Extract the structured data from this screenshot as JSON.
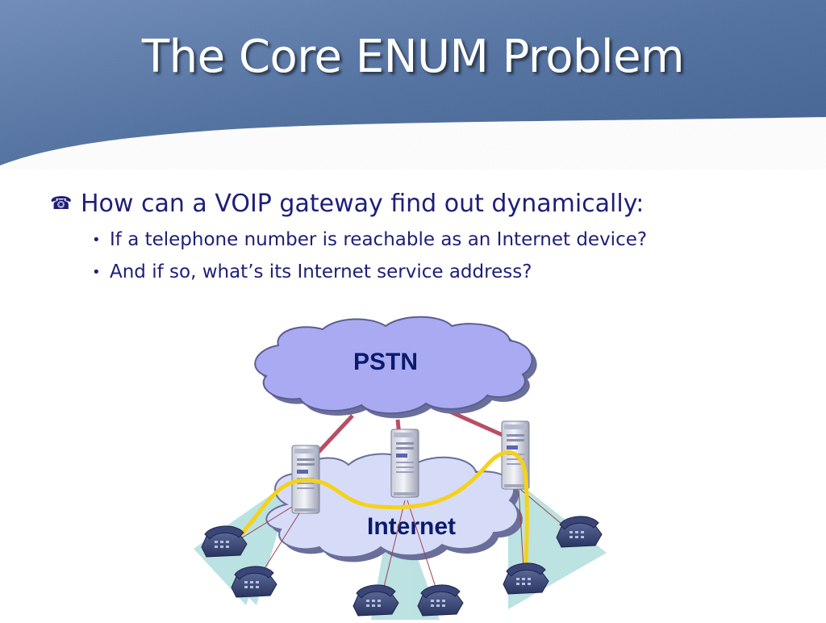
{
  "slide": {
    "title": "The Core ENUM Problem"
  },
  "bullets": {
    "main_icon": "telephone-icon",
    "main": "How can a VOIP gateway find out dynamically:",
    "subs": [
      "If a telephone number is reachable as an Internet device?",
      "And if so, what’s its Internet service address?"
    ]
  },
  "diagram": {
    "pstn_label": "PSTN",
    "internet_label": "Internet",
    "colors": {
      "pstn_cloud": "#aaaaf2",
      "internet_cloud": "#d6dcf8",
      "signal_path": "#f5d21a",
      "pstn_link": "#b84e64",
      "coverage": "#9fd6d6"
    }
  }
}
